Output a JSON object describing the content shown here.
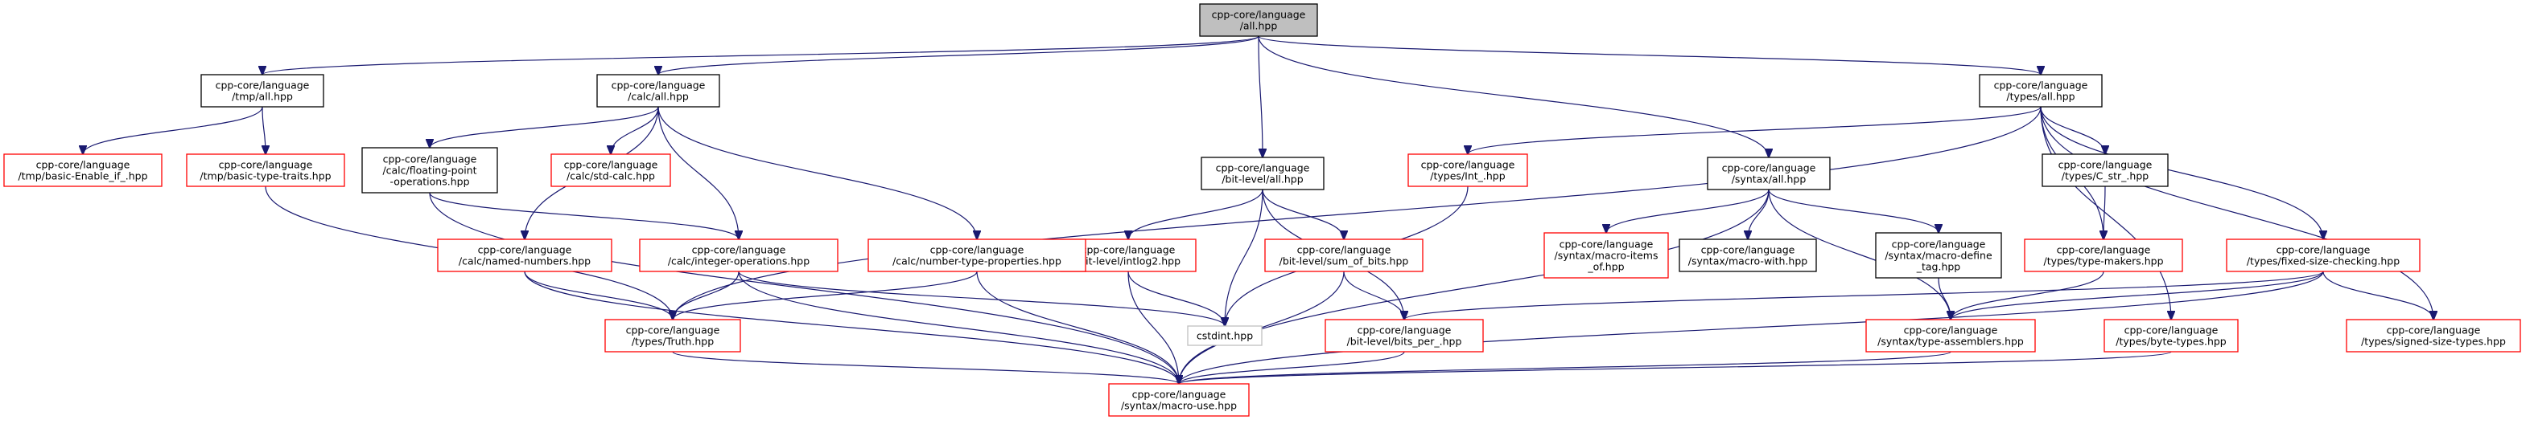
{
  "diagram": {
    "nodes": [
      {
        "id": "all",
        "lines": [
          "cpp-core/language",
          "/all.hpp"
        ],
        "style": "root"
      },
      {
        "id": "tmp_all",
        "lines": [
          "cpp-core/language",
          "/tmp/all.hpp"
        ],
        "style": "normal"
      },
      {
        "id": "calc_all",
        "lines": [
          "cpp-core/language",
          "/calc/all.hpp"
        ],
        "style": "normal"
      },
      {
        "id": "bitlevel_all",
        "lines": [
          "cpp-core/language",
          "/bit-level/all.hpp"
        ],
        "style": "normal"
      },
      {
        "id": "syntax_all",
        "lines": [
          "cpp-core/language",
          "/syntax/all.hpp"
        ],
        "style": "normal"
      },
      {
        "id": "types_all",
        "lines": [
          "cpp-core/language",
          "/types/all.hpp"
        ],
        "style": "normal"
      },
      {
        "id": "enable_if",
        "lines": [
          "cpp-core/language",
          "/tmp/basic-Enable_if_.hpp"
        ],
        "style": "missing"
      },
      {
        "id": "type_traits",
        "lines": [
          "cpp-core/language",
          "/tmp/basic-type-traits.hpp"
        ],
        "style": "missing"
      },
      {
        "id": "floating",
        "lines": [
          "cpp-core/language",
          "/calc/floating-point",
          "-operations.hpp"
        ],
        "style": "normal"
      },
      {
        "id": "std_calc",
        "lines": [
          "cpp-core/language",
          "/calc/std-calc.hpp"
        ],
        "style": "missing"
      },
      {
        "id": "intlog2",
        "lines": [
          "cpp-core/language",
          "/bit-level/intlog2.hpp"
        ],
        "style": "missing"
      },
      {
        "id": "sum_of_bits",
        "lines": [
          "cpp-core/language",
          "/bit-level/sum_of_bits.hpp"
        ],
        "style": "missing"
      },
      {
        "id": "int_",
        "lines": [
          "cpp-core/language",
          "/types/Int_.hpp"
        ],
        "style": "missing"
      },
      {
        "id": "macro_items",
        "lines": [
          "cpp-core/language",
          "/syntax/macro-items",
          "_of.hpp"
        ],
        "style": "missing"
      },
      {
        "id": "macro_with",
        "lines": [
          "cpp-core/language",
          "/syntax/macro-with.hpp"
        ],
        "style": "normal"
      },
      {
        "id": "macro_define",
        "lines": [
          "cpp-core/language",
          "/syntax/macro-define",
          "_tag.hpp"
        ],
        "style": "normal"
      },
      {
        "id": "c_str",
        "lines": [
          "cpp-core/language",
          "/types/C_str_.hpp"
        ],
        "style": "normal"
      },
      {
        "id": "named_numbers",
        "lines": [
          "cpp-core/language",
          "/calc/named-numbers.hpp"
        ],
        "style": "missing"
      },
      {
        "id": "integer_ops",
        "lines": [
          "cpp-core/language",
          "/calc/integer-operations.hpp"
        ],
        "style": "missing"
      },
      {
        "id": "number_type_props",
        "lines": [
          "cpp-core/language",
          "/calc/number-type-properties.hpp"
        ],
        "style": "missing"
      },
      {
        "id": "type_makers",
        "lines": [
          "cpp-core/language",
          "/types/type-makers.hpp"
        ],
        "style": "missing"
      },
      {
        "id": "fixed_size",
        "lines": [
          "cpp-core/language",
          "/types/fixed-size-checking.hpp"
        ],
        "style": "missing"
      },
      {
        "id": "truth",
        "lines": [
          "cpp-core/language",
          "/types/Truth.hpp"
        ],
        "style": "missing"
      },
      {
        "id": "cstdint",
        "lines": [
          "cstdint.hpp"
        ],
        "style": "system"
      },
      {
        "id": "bits_per",
        "lines": [
          "cpp-core/language",
          "/bit-level/bits_per_.hpp"
        ],
        "style": "missing"
      },
      {
        "id": "type_assemblers",
        "lines": [
          "cpp-core/language",
          "/syntax/type-assemblers.hpp"
        ],
        "style": "missing"
      },
      {
        "id": "byte_types",
        "lines": [
          "cpp-core/language",
          "/types/byte-types.hpp"
        ],
        "style": "missing"
      },
      {
        "id": "signed_size",
        "lines": [
          "cpp-core/language",
          "/types/signed-size-types.hpp"
        ],
        "style": "missing"
      },
      {
        "id": "macro_use",
        "lines": [
          "cpp-core/language",
          "/syntax/macro-use.hpp"
        ],
        "style": "missing"
      }
    ],
    "edges": [
      [
        "all",
        "tmp_all"
      ],
      [
        "all",
        "calc_all"
      ],
      [
        "all",
        "bitlevel_all"
      ],
      [
        "all",
        "syntax_all"
      ],
      [
        "all",
        "types_all"
      ],
      [
        "tmp_all",
        "enable_if"
      ],
      [
        "tmp_all",
        "type_traits"
      ],
      [
        "type_traits",
        "truth"
      ],
      [
        "calc_all",
        "floating"
      ],
      [
        "calc_all",
        "std_calc"
      ],
      [
        "calc_all",
        "named_numbers"
      ],
      [
        "calc_all",
        "integer_ops"
      ],
      [
        "calc_all",
        "number_type_props"
      ],
      [
        "floating",
        "integer_ops"
      ],
      [
        "floating",
        "macro_use"
      ],
      [
        "named_numbers",
        "truth"
      ],
      [
        "named_numbers",
        "macro_use"
      ],
      [
        "integer_ops",
        "truth"
      ],
      [
        "integer_ops",
        "cstdint"
      ],
      [
        "integer_ops",
        "macro_use"
      ],
      [
        "number_type_props",
        "truth"
      ],
      [
        "number_type_props",
        "macro_use"
      ],
      [
        "truth",
        "macro_use"
      ],
      [
        "bitlevel_all",
        "intlog2"
      ],
      [
        "bitlevel_all",
        "sum_of_bits"
      ],
      [
        "bitlevel_all",
        "cstdint"
      ],
      [
        "bitlevel_all",
        "bits_per"
      ],
      [
        "intlog2",
        "cstdint"
      ],
      [
        "intlog2",
        "macro_use"
      ],
      [
        "sum_of_bits",
        "bits_per"
      ],
      [
        "sum_of_bits",
        "macro_use"
      ],
      [
        "bits_per",
        "macro_use"
      ],
      [
        "int_",
        "cstdint"
      ],
      [
        "syntax_all",
        "macro_items"
      ],
      [
        "syntax_all",
        "macro_with"
      ],
      [
        "syntax_all",
        "macro_define"
      ],
      [
        "syntax_all",
        "type_assemblers"
      ],
      [
        "syntax_all",
        "macro_use"
      ],
      [
        "macro_define",
        "type_assemblers"
      ],
      [
        "type_assemblers",
        "macro_use"
      ],
      [
        "types_all",
        "truth"
      ],
      [
        "types_all",
        "int_"
      ],
      [
        "types_all",
        "c_str"
      ],
      [
        "types_all",
        "type_makers"
      ],
      [
        "types_all",
        "fixed_size"
      ],
      [
        "types_all",
        "byte_types"
      ],
      [
        "types_all",
        "signed_size"
      ],
      [
        "c_str",
        "type_makers"
      ],
      [
        "type_makers",
        "type_assemblers"
      ],
      [
        "fixed_size",
        "bits_per"
      ],
      [
        "fixed_size",
        "type_assemblers"
      ],
      [
        "fixed_size",
        "signed_size"
      ],
      [
        "fixed_size",
        "macro_use"
      ],
      [
        "byte_types",
        "macro_use"
      ]
    ],
    "colors": {
      "edge": "#191970",
      "root_fill": "#bfbfbf",
      "root_border": "#000000",
      "normal_border": "#000000",
      "missing_border": "#ff0000",
      "system_border": "#bfbfbf",
      "background": "#ffffff"
    }
  }
}
